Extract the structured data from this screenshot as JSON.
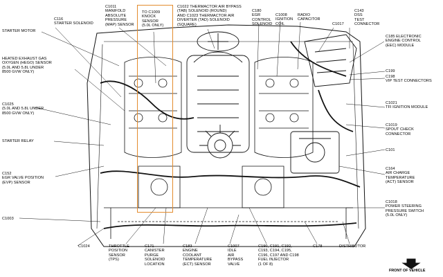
{
  "labels": [
    {
      "id": "c1011",
      "text": "C1011\nMANIFOLD\nABSOLUTE\nPRESSURE\n(MAP) SENSOR"
    },
    {
      "id": "c1009",
      "text": "TO C1009\nKNOCK\nSENSOR\n(5.0L ONLY)"
    },
    {
      "id": "c1022",
      "text": "C1022 THERMACTOR AIR BYPASS\n(TAB) SOLENOID (ROUND)\nAND C1023 THERMACTOR AIR\nDIVERTER (TAD) SOLENOID\n(SQUARE)"
    },
    {
      "id": "c180",
      "text": "C180\nEGR\nCONTROL\nSOLENOID"
    },
    {
      "id": "c1008",
      "text": "C1008\nIGNITION\nCOIL"
    },
    {
      "id": "radio",
      "text": "RADIO\nCAPACITOR"
    },
    {
      "id": "c143",
      "text": "C143\nDSS\nTEST\nCONNECTOR"
    },
    {
      "id": "c1017",
      "text": "C1017"
    },
    {
      "id": "c116",
      "text": "C116\nSTARTER SOLENOID"
    },
    {
      "id": "starter_motor",
      "text": "STARTER MOTOR"
    },
    {
      "id": "c185",
      "text": "C185 ELECTRONIC\nENGINE CONTROL\n(EEC) MODULE"
    },
    {
      "id": "heso",
      "text": "HEATED EXHAUST GAS\nOXYGEN (HEGO) SENSOR\n(5.0L AND 5.8L UNDER\n8500 GVW ONLY)"
    },
    {
      "id": "c199",
      "text": "C199"
    },
    {
      "id": "c198",
      "text": "C198\nVIP TEST CONNECTORS"
    },
    {
      "id": "c1021",
      "text": "C1021\nTFI IGNITION MODULE"
    },
    {
      "id": "c1025",
      "text": "C1025\n(5.0L AND 5.8L UNDER\n8500 GVW ONLY)"
    },
    {
      "id": "c1019",
      "text": "C1019\nSPOUT CHECK\nCONNECTOR"
    },
    {
      "id": "starter_relay",
      "text": "STARTER RELAY"
    },
    {
      "id": "c101",
      "text": "C101"
    },
    {
      "id": "c164",
      "text": "C164\nAIR CHARGE\nTEMPERATURE\n(ACT) SENSOR"
    },
    {
      "id": "c152",
      "text": "C152\nEGR VALVE POSITION\n(EVP) SENSOR"
    },
    {
      "id": "c1018",
      "text": "C1018\nPOWER STEERING\nPRESSURE SWITCH\n(5.0L ONLY)"
    },
    {
      "id": "c1003",
      "text": "C1003"
    },
    {
      "id": "c1024",
      "text": "C1024"
    },
    {
      "id": "tps",
      "text": "THROTTLE\nPOSITION\nSENSOR\n(TPS)"
    },
    {
      "id": "c171",
      "text": "C171\nCANISTER\nPURGE\nSOLENOID\nLOCATION"
    },
    {
      "id": "c183",
      "text": "C183\nENGINE\nCOOLANT\nTEMPERATURE\n(ECT) SENSOR"
    },
    {
      "id": "c1007",
      "text": "C1007\nIDLE\nAIR\nBYPASS\nVALVE"
    },
    {
      "id": "c190",
      "text": "C190, C191, C192,\nC193, C194, C195,\nC196, C197 AND C198\nFUEL INJECTOR\n(1 OF 8)"
    },
    {
      "id": "c178",
      "text": "C178"
    },
    {
      "id": "distributor",
      "text": "DISTRIBUTOR"
    }
  ],
  "front_label": "FRONT OF VEHICLE",
  "colors": {
    "line": "#111111",
    "highlight": "#e38b2c",
    "background": "#ffffff"
  }
}
